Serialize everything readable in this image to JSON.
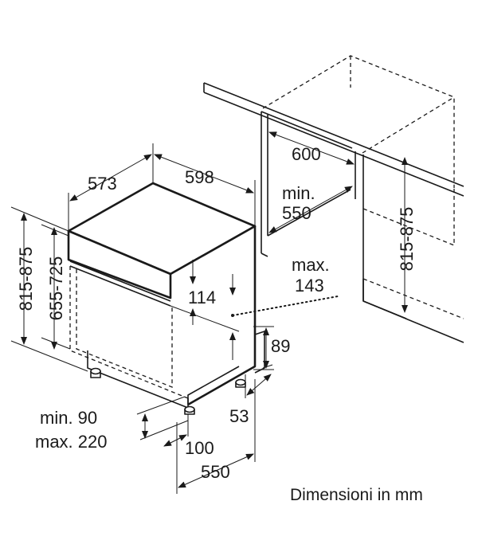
{
  "dimensions": {
    "cabinet_depth": "573",
    "cabinet_width": "598",
    "niche_width": "600",
    "niche_depth": "min.\n550",
    "niche_height": "815-875",
    "appliance_height": "815-875",
    "appliance_height_inner": "655-725",
    "panel_offset": "114",
    "panel_max_label": "max.",
    "panel_max_value": "143",
    "plinth_height": "89",
    "plinth_depth": "53",
    "plinth_min": "min. 90",
    "plinth_max": "max. 220",
    "foot_setback": "100",
    "base_depth": "550"
  },
  "caption": "Dimensioni in mm"
}
